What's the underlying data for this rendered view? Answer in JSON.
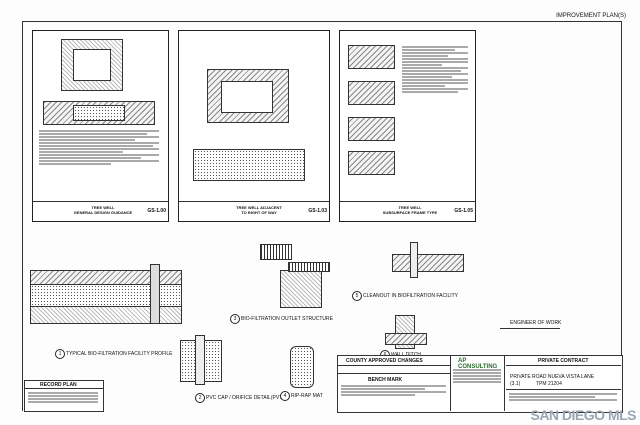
{
  "sheet": {
    "header": "IMPROVEMENT PLAN(S)",
    "panels": [
      {
        "title": "TREE WELL\nGENERAL DESIGN GUIDANCE",
        "code": "GS-1.00"
      },
      {
        "title": "TREE WELL ADJACENT\nTO RIGHT OF WAY",
        "code": "GS-1.03"
      },
      {
        "title": "TREE WELL\nSUBSURFACE FRAME TYPE",
        "code": "GS-1.05"
      }
    ],
    "details": {
      "d1": "TYPICAL BIO-FILTRATION FACILITY PROFILE",
      "d2": "PVC CAP / ORIFICE DETAIL(PVT)",
      "d3": "BIO-FILTRATION OUTLET STRUCTURE",
      "d4": "RIP-RAP MAT",
      "d5": "CLEANOUT IN BIOFILTRATION FACILITY",
      "d6": "WALL DITCH"
    },
    "engineer_of_work": "ENGINEER OF WORK",
    "record_plan": "RECORD PLAN",
    "county_changes": "COUNTY APPROVED CHANGES",
    "bench_mark": "BENCH MARK",
    "firm": "AP CONSULTING",
    "contract": "PRIVATE CONTRACT",
    "project": {
      "line1": "PRIVATE ROAD NUEVA VISTA LANE",
      "line2": "(3.1)",
      "line3": "TPM 21204"
    },
    "watermark": "SAN DIEGO MLS"
  }
}
